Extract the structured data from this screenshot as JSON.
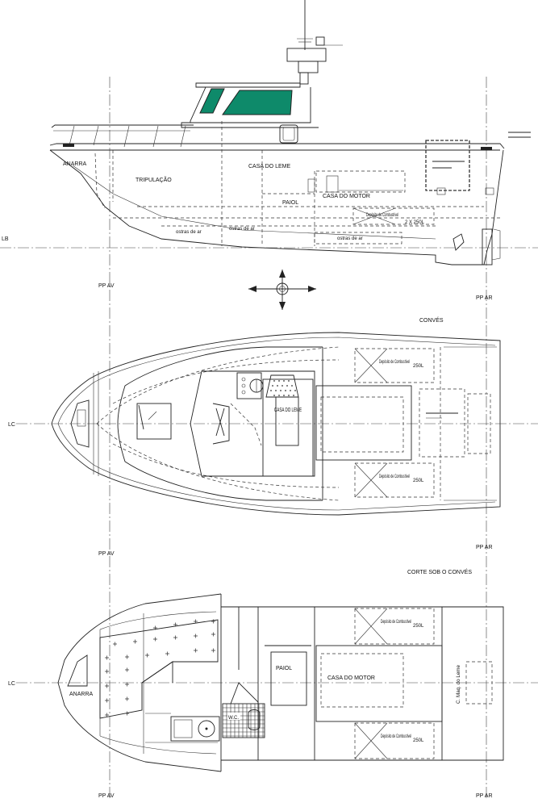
{
  "profile": {
    "labels": {
      "bow_anchor": "ANARRA",
      "crew": "TRIPULAÇÃO",
      "wheelhouse": "CASA DO LEME",
      "locker": "PAIOL",
      "engine_room": "CASA DO MOTOR",
      "fuel_tank": "Depósito de Combustível",
      "fuel_capacity": "2 X 250L",
      "ballast_fwd": "ostras de ar",
      "ballast_mid": "ostras de ar",
      "ballast_aft": "ostras de ar",
      "baseline": "LB"
    }
  },
  "perpendiculars": {
    "forward": "PP AV",
    "aft": "PP AR"
  },
  "deck": {
    "title": "CONVÉS",
    "centerline": "LC",
    "wheelhouse": "CASA DO LEME",
    "fuel_tank_top": "Depósito de Combustível",
    "fuel_tank_top_capacity": "250L",
    "fuel_tank_bottom": "Depósito de Combustível",
    "fuel_tank_bottom_capacity": "250L"
  },
  "below_deck": {
    "title": "CORTE SOB O CONVÉS",
    "centerline": "LC",
    "bow_anchor": "ANARRA",
    "locker": "PAIOL",
    "toilet": "W.C.",
    "engine_room": "CASA DO MOTOR",
    "fuel_tank_top": "Depósito de Combustível",
    "fuel_tank_top_capacity": "250L",
    "fuel_tank_bottom": "Depósito de Combustível",
    "fuel_tank_bottom_capacity": "250L",
    "machinery": "C. Maq. do Leme"
  },
  "colors": {
    "line": "#222222",
    "glass": "#0e8a6a",
    "background": "#ffffff"
  }
}
